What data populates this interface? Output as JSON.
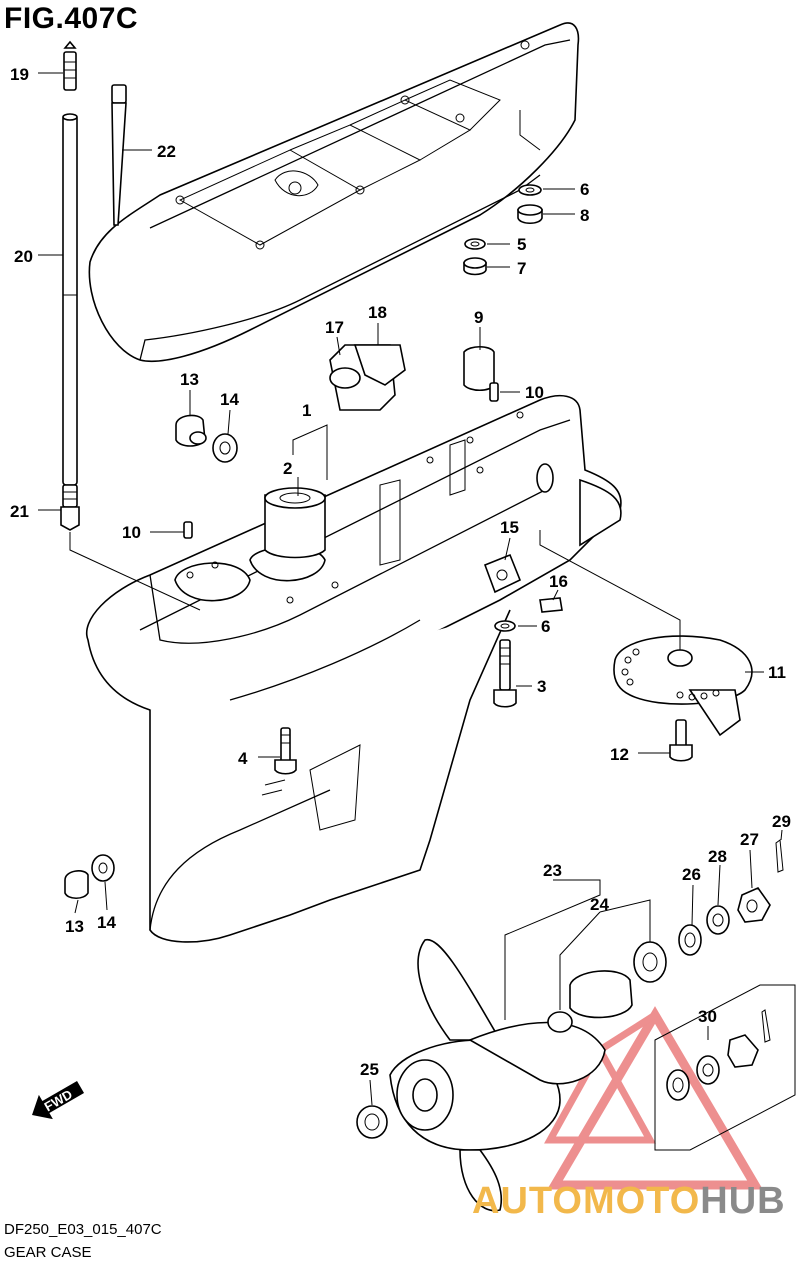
{
  "figure": {
    "title": "FIG.407C",
    "code": "DF250_E03_015_407C",
    "name": "GEAR CASE"
  },
  "fwd_label": "FWD",
  "watermark": {
    "part1": "AUTO",
    "part2": "MOTO",
    "part3": "HUB",
    "colors": {
      "primary": "#f2b84b",
      "secondary": "#8a8a8a",
      "triangle": "#e05050"
    }
  },
  "callouts": [
    {
      "id": "c1",
      "label": "1"
    },
    {
      "id": "c2",
      "label": "2"
    },
    {
      "id": "c3",
      "label": "3"
    },
    {
      "id": "c4",
      "label": "4"
    },
    {
      "id": "c5",
      "label": "5"
    },
    {
      "id": "c6a",
      "label": "6"
    },
    {
      "id": "c6b",
      "label": "6"
    },
    {
      "id": "c7",
      "label": "7"
    },
    {
      "id": "c8",
      "label": "8"
    },
    {
      "id": "c9",
      "label": "9"
    },
    {
      "id": "c10a",
      "label": "10"
    },
    {
      "id": "c10b",
      "label": "10"
    },
    {
      "id": "c11",
      "label": "11"
    },
    {
      "id": "c12",
      "label": "12"
    },
    {
      "id": "c13a",
      "label": "13"
    },
    {
      "id": "c13b",
      "label": "13"
    },
    {
      "id": "c14a",
      "label": "14"
    },
    {
      "id": "c14b",
      "label": "14"
    },
    {
      "id": "c15",
      "label": "15"
    },
    {
      "id": "c16",
      "label": "16"
    },
    {
      "id": "c17",
      "label": "17"
    },
    {
      "id": "c18",
      "label": "18"
    },
    {
      "id": "c19",
      "label": "19"
    },
    {
      "id": "c20",
      "label": "20"
    },
    {
      "id": "c21",
      "label": "21"
    },
    {
      "id": "c22",
      "label": "22"
    },
    {
      "id": "c23",
      "label": "23"
    },
    {
      "id": "c24",
      "label": "24"
    },
    {
      "id": "c25",
      "label": "25"
    },
    {
      "id": "c26",
      "label": "26"
    },
    {
      "id": "c27",
      "label": "27"
    },
    {
      "id": "c28",
      "label": "28"
    },
    {
      "id": "c29",
      "label": "29"
    },
    {
      "id": "c30",
      "label": "30"
    }
  ]
}
